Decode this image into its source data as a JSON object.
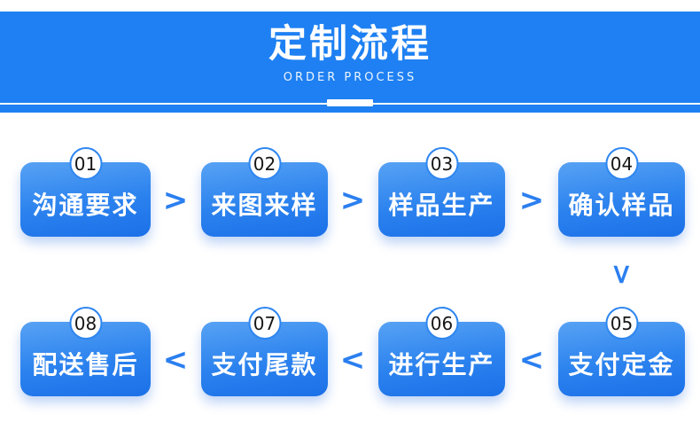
{
  "header": {
    "title": "定制流程",
    "subtitle": "ORDER PROCESS"
  },
  "steps": [
    {
      "number": "01",
      "label": "沟通要求"
    },
    {
      "number": "02",
      "label": "来图来样"
    },
    {
      "number": "03",
      "label": "样品生产"
    },
    {
      "number": "04",
      "label": "确认样品"
    },
    {
      "number": "05",
      "label": "支付定金"
    },
    {
      "number": "06",
      "label": "进行生产"
    },
    {
      "number": "07",
      "label": "支付尾款"
    },
    {
      "number": "08",
      "label": "配送售后"
    }
  ],
  "arrows": {
    "right": ">",
    "left": "<",
    "down": ">"
  },
  "colors": {
    "banner_blue": "#1e80f2",
    "box_gradient_top": "#57a2f4",
    "box_gradient_bottom": "#1b70e8",
    "arrow_blue": "#2b7ff0",
    "badge_border": "#2e86f0",
    "badge_text": "#161616",
    "text_white": "#ffffff"
  }
}
